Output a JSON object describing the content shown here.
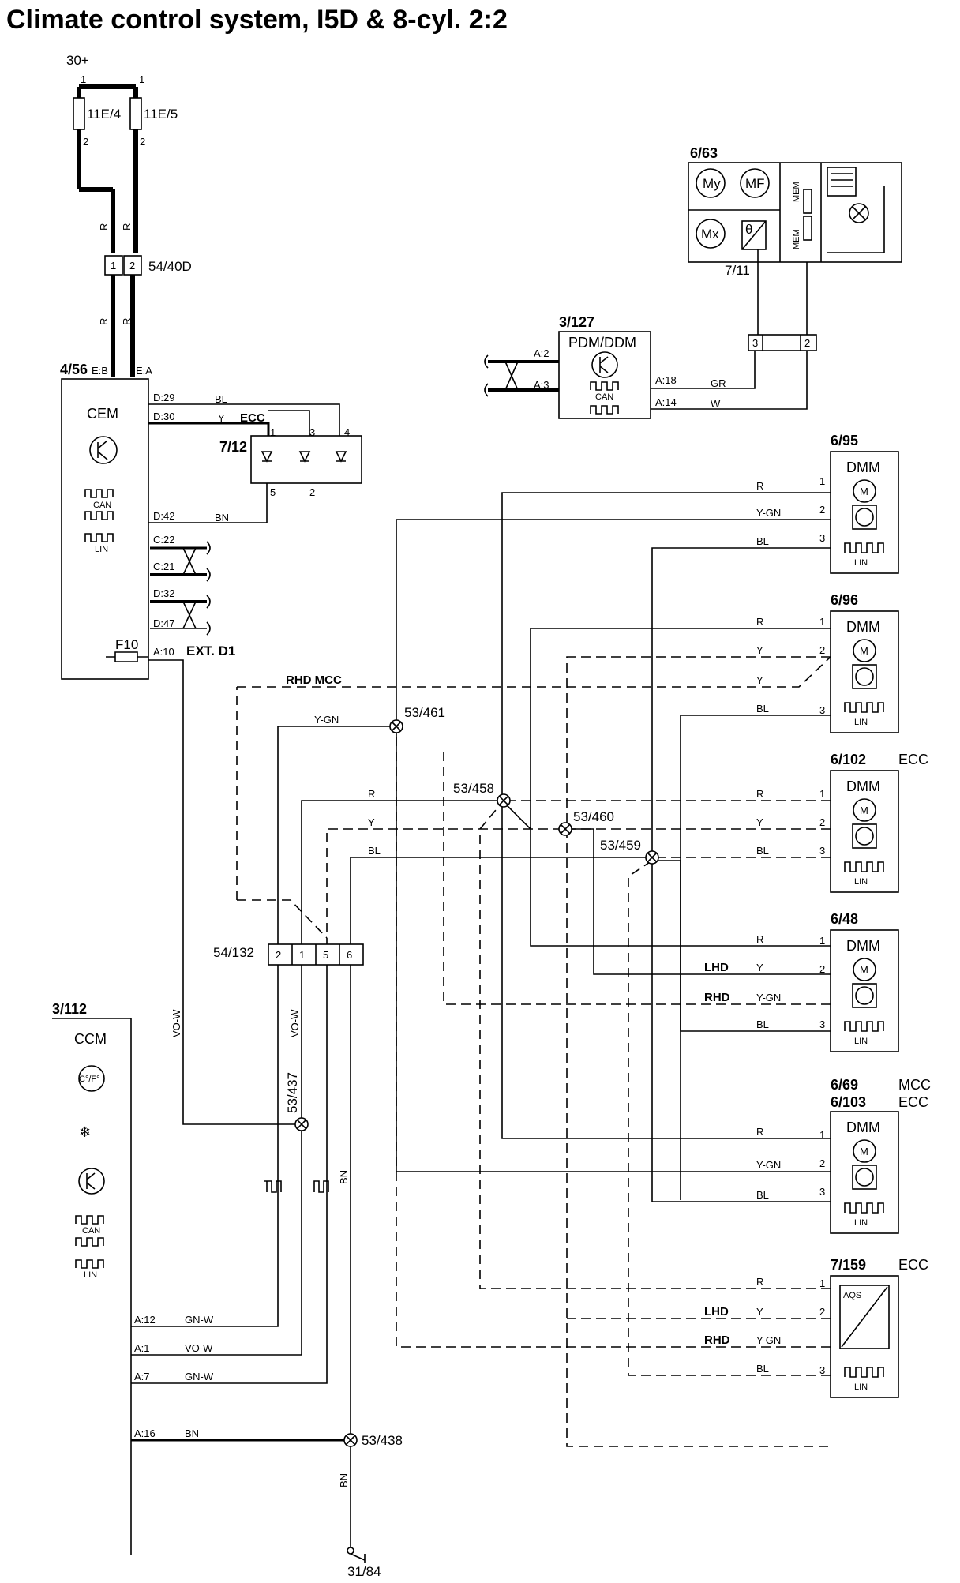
{
  "title": "Climate control system, I5D & 8-cyl. 2:2",
  "supply": {
    "label": "30+",
    "pin_left": "1",
    "pin_right": "1"
  },
  "fuses": [
    {
      "id": "11E/4",
      "pin_top": "1",
      "pin_bottom": "2"
    },
    {
      "id": "11E/5",
      "pin_top": "1",
      "pin_bottom": "2"
    }
  ],
  "wire_colors": {
    "R": "R",
    "Y": "Y",
    "BL": "BL",
    "BN": "BN",
    "GR": "GR",
    "W": "W",
    "Y_GN": "Y-GN",
    "GN_W": "GN-W",
    "VO_W": "VO-W"
  },
  "connector_54_40D": {
    "id": "54/40D",
    "pins": [
      "1",
      "2"
    ]
  },
  "cem": {
    "ref": "4/56",
    "name": "CEM",
    "can": "CAN",
    "lin": "LIN",
    "pins": {
      "eb": "E:B",
      "ea": "E:A",
      "d29": "D:29",
      "d30": "D:30",
      "d42": "D:42",
      "c22": "C:22",
      "c21": "C:21",
      "d32": "D:32",
      "d47": "D:47",
      "a10": "A:10"
    },
    "fuse": "F10",
    "ext": "EXT. D1"
  },
  "ecc_label": "ECC",
  "mcc_label": "MCC",
  "rhd_mcc_label": "RHD MCC",
  "lhd_label": "LHD",
  "rhd_label": "RHD",
  "panel_7_12": {
    "ref": "7/12",
    "pins": [
      "1",
      "3",
      "4",
      "5",
      "2"
    ]
  },
  "module_6_63": {
    "ref": "6/63",
    "motors": [
      "My",
      "MF",
      "Mx"
    ],
    "sensor": "θ",
    "sensor_ref": "7/11",
    "mem_a": "MEM",
    "mem_b": "MEM"
  },
  "connector_3_2": {
    "pins": [
      "3",
      "2"
    ]
  },
  "pdm": {
    "ref": "3/127",
    "name": "PDM/DDM",
    "can": "CAN",
    "pins": {
      "a2": "A:2",
      "a3": "A:3",
      "a18": "A:18",
      "a14": "A:14"
    }
  },
  "dmm_modules": [
    {
      "ref": "6/95",
      "tag": "",
      "tag2": "",
      "ref2": "",
      "name": "DMM",
      "lin": "LIN",
      "pins": [
        "1",
        "2",
        "3"
      ]
    },
    {
      "ref": "6/96",
      "tag": "",
      "tag2": "",
      "ref2": "",
      "name": "DMM",
      "lin": "LIN",
      "pins": [
        "1",
        "2",
        "3"
      ]
    },
    {
      "ref": "6/102",
      "tag": "ECC",
      "tag2": "",
      "ref2": "",
      "name": "DMM",
      "lin": "LIN",
      "pins": [
        "1",
        "2",
        "3"
      ]
    },
    {
      "ref": "6/48",
      "tag": "",
      "tag2": "",
      "ref2": "",
      "name": "DMM",
      "lin": "LIN",
      "pins": [
        "1",
        "2",
        "3"
      ]
    },
    {
      "ref": "6/69",
      "tag": "MCC",
      "tag2": "ECC",
      "ref2": "6/103",
      "name": "DMM",
      "lin": "LIN",
      "pins": [
        "1",
        "2",
        "3"
      ]
    }
  ],
  "aqs_module": {
    "ref": "7/159",
    "tag": "ECC",
    "name": "AQS",
    "lin": "LIN",
    "pins": [
      "1",
      "2",
      "3"
    ]
  },
  "splices": [
    "53/461",
    "53/458",
    "53/460",
    "53/459",
    "53/437",
    "53/438"
  ],
  "connector_54_132": {
    "id": "54/132",
    "pins": [
      "2",
      "1",
      "5",
      "6"
    ]
  },
  "ccm": {
    "ref": "3/112",
    "name": "CCM",
    "temp": "C°/F°",
    "can": "CAN",
    "lin": "LIN",
    "pins": {
      "a12": "A:12",
      "a1": "A:1",
      "a7": "A:7",
      "a16": "A:16"
    }
  },
  "ground": "31/84"
}
